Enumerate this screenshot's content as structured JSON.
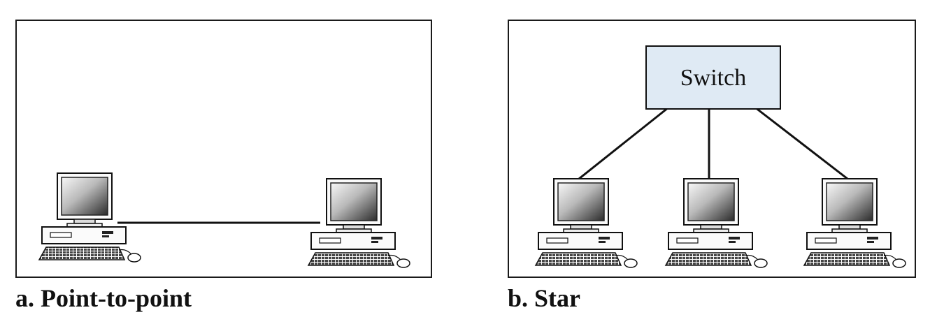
{
  "panels": {
    "a": {
      "caption": "a. Point-to-point"
    },
    "b": {
      "caption": "b. Star",
      "switch_label": "Switch"
    }
  },
  "colors": {
    "switch_fill": "#dfeaf4",
    "line": "#111111"
  }
}
